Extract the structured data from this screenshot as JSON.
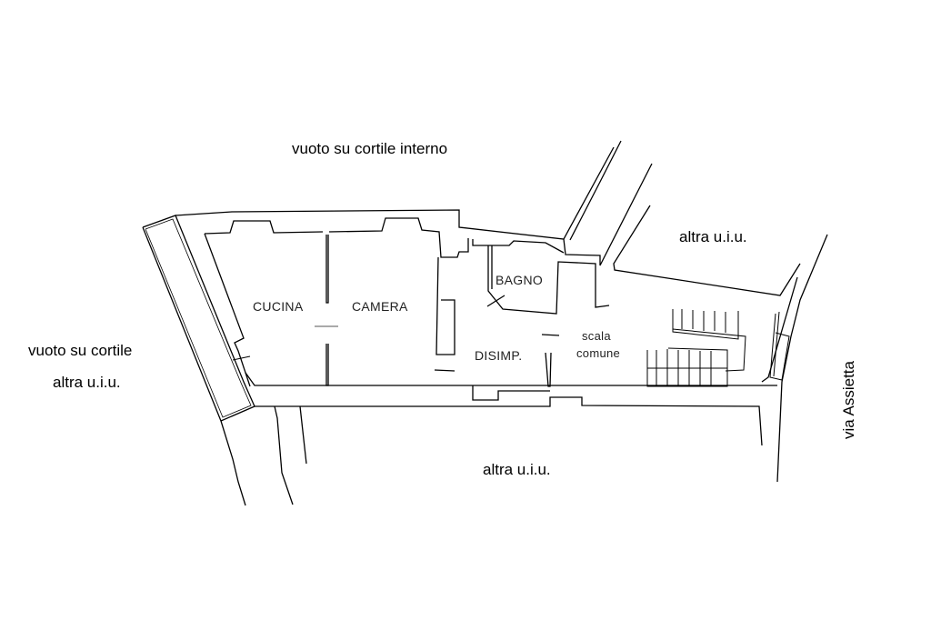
{
  "plan": {
    "surroundings": {
      "top": "vuoto su cortile interno",
      "top_right": "altra u.i.u.",
      "left_line1": "vuoto su cortile",
      "left_line2": "altra u.i.u.",
      "bottom": "altra u.i.u.",
      "street": "via Assietta"
    },
    "rooms": {
      "kitchen": "CUCINA",
      "bedroom": "CAMERA",
      "bathroom": "BAGNO",
      "hallway": "DISIMP.",
      "stairs_line1": "scala",
      "stairs_line2": "comune"
    }
  }
}
